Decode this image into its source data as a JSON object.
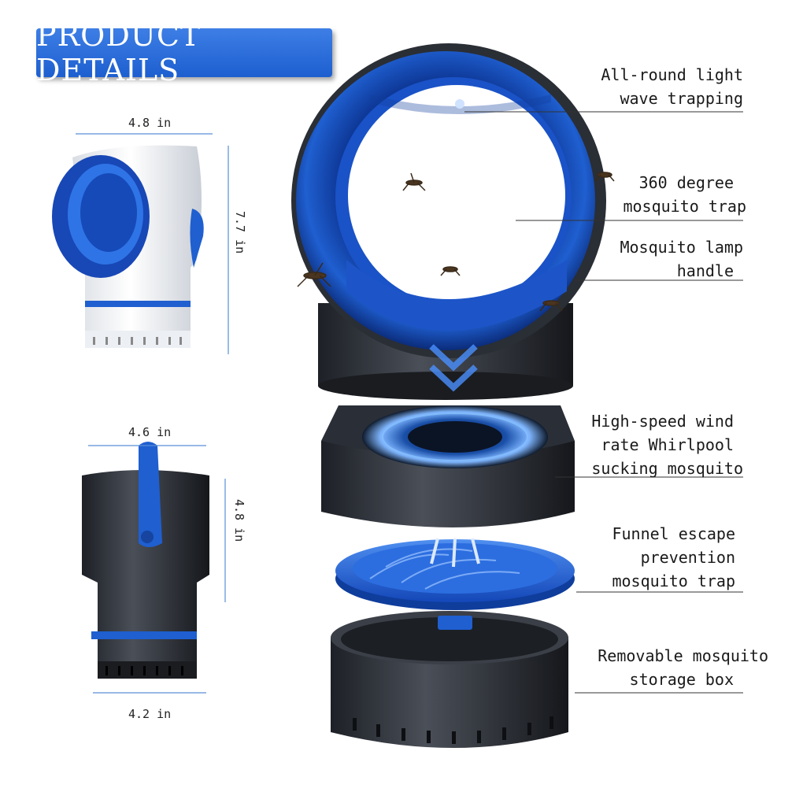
{
  "banner": {
    "title": "PRODUCT DETAILS"
  },
  "callouts": [
    {
      "id": "light",
      "lines": [
        "All-round light",
        "wave trapping"
      ]
    },
    {
      "id": "trap360",
      "lines": [
        "360 degree",
        "mosquito trap"
      ]
    },
    {
      "id": "handle",
      "lines": [
        "Mosquito lamp",
        "handle"
      ]
    },
    {
      "id": "wind",
      "lines": [
        "High-speed wind",
        "rate Whirlpool",
        "sucking mosquito"
      ]
    },
    {
      "id": "funnel",
      "lines": [
        "Funnel escape",
        "prevention",
        "mosquito trap"
      ]
    },
    {
      "id": "storage",
      "lines": [
        "Removable mosquito",
        "storage box"
      ]
    }
  ],
  "dimensions": {
    "top_width": "4.8 in",
    "top_height": "7.7 in",
    "bottom_width_top": "4.6 in",
    "bottom_height": "4.8 in",
    "bottom_width_base": "4.2 in"
  },
  "colors": {
    "brand_blue": "#1f5fd0",
    "body_dark": "#2b2f36",
    "white_body": "#f2f4f7"
  }
}
